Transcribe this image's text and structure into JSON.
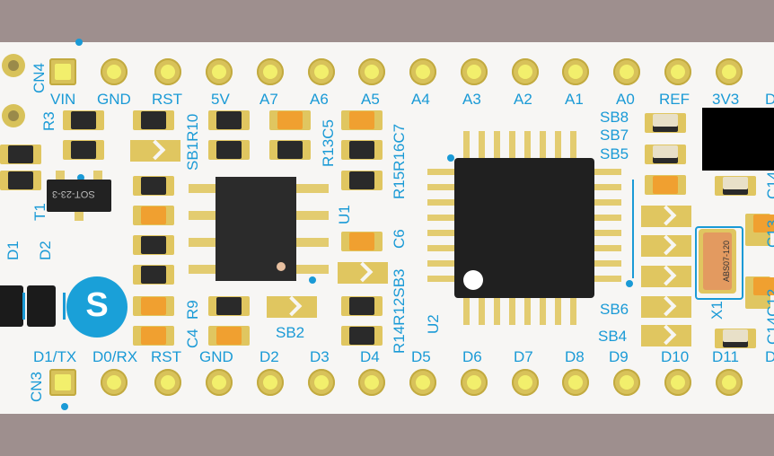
{
  "top_header": {
    "connector": "CN4",
    "pins": [
      "VIN",
      "GND",
      "RST",
      "5V",
      "A7",
      "A6",
      "A5",
      "A4",
      "A3",
      "A2",
      "A1",
      "A0",
      "REF",
      "3V3",
      "D"
    ]
  },
  "bottom_header": {
    "connector": "CN3",
    "pins": [
      "D1/TX",
      "D0/RX",
      "RST",
      "GND",
      "D2",
      "D3",
      "D4",
      "D5",
      "D6",
      "D7",
      "D8",
      "D9",
      "D10",
      "D11",
      "D"
    ]
  },
  "refdes": {
    "R3": "R3",
    "T1": "T1",
    "D1": "D1",
    "D2": "D2",
    "SB1R10": "SB1R10",
    "R13C5": "R13C5",
    "R15R16C7": "R15R16C7",
    "U1": "U1",
    "C6": "C6",
    "R14R12SB3": "R14R12SB3",
    "R9": "R9",
    "C4": "C4",
    "SB2": "SB2",
    "U2": "U2",
    "SB8": "SB8",
    "SB7": "SB7",
    "SB5": "SB5",
    "SB6": "SB6",
    "SB4": "SB4",
    "X1": "X1",
    "C14": "C14",
    "C13": "C13",
    "C14C12": "C14C12"
  },
  "silk": {
    "sot_label": "SOT-23-3",
    "crystal_label": "ABS07-120"
  },
  "logo": {
    "glyph": "S",
    "icon": "st-logo-icon"
  },
  "colors": {
    "board": "#f7f6f4",
    "silkscreen": "#1a9ad6",
    "pad": "#d8c25a",
    "background": "#9e8f8e"
  }
}
